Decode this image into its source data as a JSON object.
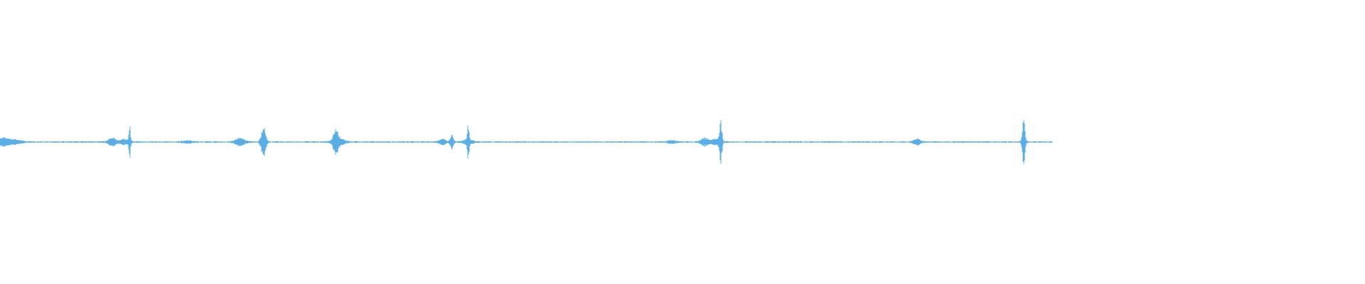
{
  "waveform": {
    "color": "#5aaee6",
    "background": "#ffffff",
    "visible_duration_fraction": 0.755,
    "baseline_amplitude": 0.004,
    "bursts": [
      {
        "position": 0.002,
        "amplitude": 0.03,
        "spread": 0.004
      },
      {
        "position": 0.01,
        "amplitude": 0.02,
        "spread": 0.006
      },
      {
        "position": 0.082,
        "amplitude": 0.035,
        "spread": 0.003
      },
      {
        "position": 0.095,
        "amplitude": 0.13,
        "spread": 0.0008
      },
      {
        "position": 0.091,
        "amplitude": 0.02,
        "spread": 0.004
      },
      {
        "position": 0.137,
        "amplitude": 0.01,
        "spread": 0.004
      },
      {
        "position": 0.176,
        "amplitude": 0.03,
        "spread": 0.004
      },
      {
        "position": 0.193,
        "amplitude": 0.11,
        "spread": 0.002
      },
      {
        "position": 0.246,
        "amplitude": 0.08,
        "spread": 0.002
      },
      {
        "position": 0.248,
        "amplitude": 0.03,
        "spread": 0.005
      },
      {
        "position": 0.324,
        "amplitude": 0.02,
        "spread": 0.003
      },
      {
        "position": 0.331,
        "amplitude": 0.05,
        "spread": 0.0015
      },
      {
        "position": 0.343,
        "amplitude": 0.12,
        "spread": 0.0008
      },
      {
        "position": 0.343,
        "amplitude": 0.02,
        "spread": 0.004
      },
      {
        "position": 0.492,
        "amplitude": 0.01,
        "spread": 0.004
      },
      {
        "position": 0.516,
        "amplitude": 0.03,
        "spread": 0.003
      },
      {
        "position": 0.528,
        "amplitude": 0.15,
        "spread": 0.0012
      },
      {
        "position": 0.524,
        "amplitude": 0.02,
        "spread": 0.004
      },
      {
        "position": 0.672,
        "amplitude": 0.025,
        "spread": 0.003
      },
      {
        "position": 0.75,
        "amplitude": 0.19,
        "spread": 0.0012
      }
    ]
  }
}
